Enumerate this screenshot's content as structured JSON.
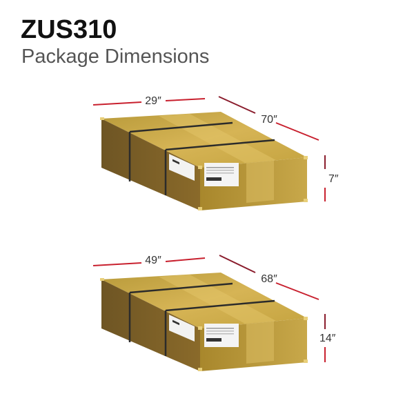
{
  "header": {
    "model": "ZUS310",
    "subtitle": "Package Dimensions"
  },
  "packages": [
    {
      "width": "29″",
      "length": "70″",
      "height": "7″"
    },
    {
      "width": "49″",
      "length": "68″",
      "height": "14″"
    }
  ],
  "colors": {
    "dimension_line": "#c8202e",
    "box_top": "#c9a63c",
    "box_side": "#7a5e26",
    "box_front": "#b8952e",
    "strap": "#2b2b2b"
  }
}
